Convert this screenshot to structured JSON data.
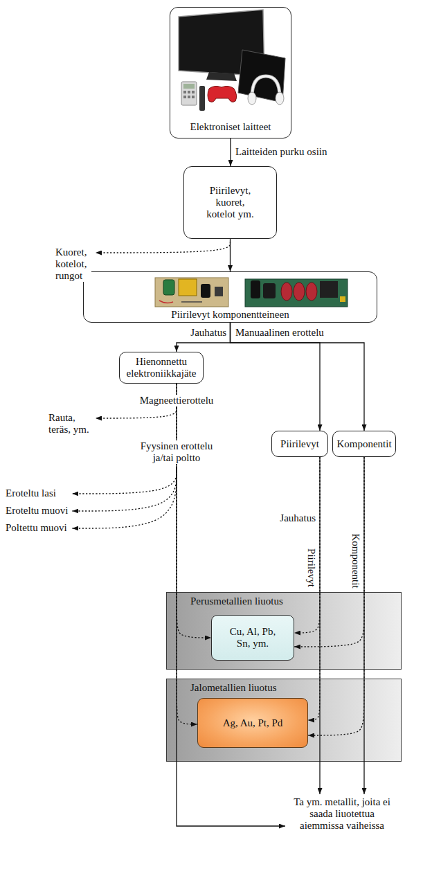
{
  "diagram": {
    "nodes": [
      {
        "text": [
          "Elektroniset laitteet"
        ]
      },
      {
        "text": [
          "Piirilevyt, kuoret, kotelot ym."
        ]
      },
      {
        "text": [
          "Piirilevyt komponentteineen"
        ]
      },
      {
        "text": [
          "Hienonnettu elektroniikkajäte"
        ]
      },
      {
        "text": [
          "Piirilevyt"
        ]
      },
      {
        "text": [
          "Komponentit"
        ]
      },
      {
        "text": [
          "Perusmetallien liuotus"
        ]
      },
      {
        "text": [
          "Cu, Al, Pb, Sn, ym."
        ],
        "in": 6
      },
      {
        "text": [
          "Jalometallien liuotus"
        ]
      },
      {
        "text": [
          "Ag, Au, Pt, Pd"
        ],
        "in": 8
      }
    ],
    "edges": [
      {
        "from": 0,
        "to": 1,
        "arrow": "to",
        "label": "Laitteiden purku osiin"
      },
      {
        "from": 1,
        "to": 2,
        "arrow": "to"
      },
      {
        "from": 2,
        "to": 3,
        "arrow": "to"
      },
      {
        "from": 2,
        "to": 4,
        "arrow": "to"
      },
      {
        "from": 2,
        "to": 5,
        "arrow": "to"
      },
      {
        "from": 3,
        "to": 7,
        "arrow": "to"
      },
      {
        "from": 3,
        "to": 9,
        "arrow": "to"
      },
      {
        "from": 4,
        "to": 7,
        "arrow": "to"
      },
      {
        "from": 4,
        "to": 9,
        "arrow": "to"
      },
      {
        "from": 5,
        "to": 7,
        "arrow": "to"
      },
      {
        "from": 5,
        "to": 9,
        "arrow": "to"
      }
    ],
    "labels": [
      "Kuoret, kotelot, rungot",
      "Jauhatus",
      "Manuaalinen erottelu",
      "Magneettierottelu",
      "Rauta, teräs, ym.",
      "Fyysinen erottelu ja/tai poltto",
      "Eroteltu lasi",
      "Eroteltu muovi",
      "Poltettu muovi",
      "Jauhatus",
      "Piirilevyt",
      "Komponentit",
      "Ta ym. metallit, joita ei saada liuotettua aiemmissa vaiheissa"
    ]
  }
}
